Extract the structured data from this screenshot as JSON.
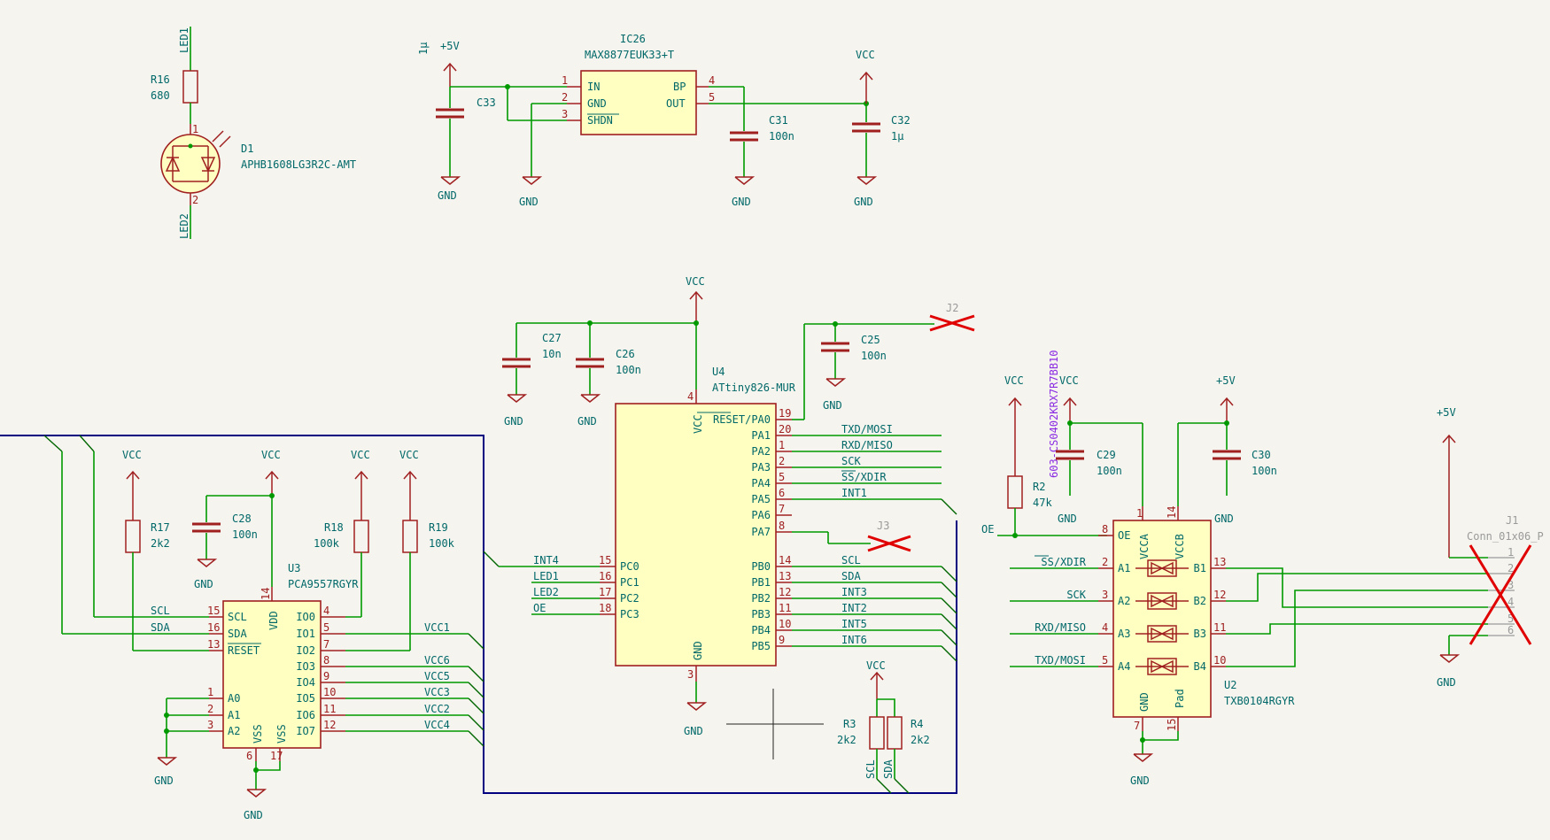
{
  "symbols": {
    "vcc": "VCC",
    "p5v": "+5V",
    "gnd": "GND"
  },
  "led_block": {
    "net_top": "LED1",
    "net_bottom": "LED2",
    "resistor_ref": "R16",
    "resistor_value": "680",
    "led_ref": "D1",
    "led_part": "APHB1608LG3R2C-AMT",
    "pin_a": "1",
    "pin_b": "2"
  },
  "regulator": {
    "ref": "IC26",
    "part": "MAX8877EUK33+T",
    "pins": [
      {
        "num": "1",
        "name": "IN"
      },
      {
        "num": "2",
        "name": "GND"
      },
      {
        "num": "3",
        "name": "SHDN"
      },
      {
        "num": "4",
        "name": "BP"
      },
      {
        "num": "5",
        "name": "OUT"
      }
    ],
    "c33_ref": "C33",
    "c33_value": "1µ",
    "c31_ref": "C31",
    "c31_value": "100n",
    "c32_ref": "C32",
    "c32_value": "1µ"
  },
  "mcu": {
    "ref": "U4",
    "part": "ATtiny826-MUR",
    "vcc_label": "VCC",
    "vcc_pin": "4",
    "gnd_label": "GND",
    "gnd_pin": "3",
    "right_pins": [
      {
        "name": "RESET/PA0",
        "num": "19",
        "net": ""
      },
      {
        "name": "PA1",
        "num": "20",
        "net": "TXD/MOSI"
      },
      {
        "name": "PA2",
        "num": "1",
        "net": "RXD/MISO"
      },
      {
        "name": "PA3",
        "num": "2",
        "net": "SCK"
      },
      {
        "name": "PA4",
        "num": "5",
        "net": "SS/XDIR"
      },
      {
        "name": "PA5",
        "num": "6",
        "net": "INT1"
      },
      {
        "name": "PA6",
        "num": "7",
        "net": ""
      },
      {
        "name": "PA7",
        "num": "8",
        "net": ""
      },
      {
        "name": "PB0",
        "num": "14",
        "net": "SCL"
      },
      {
        "name": "PB1",
        "num": "13",
        "net": "SDA"
      },
      {
        "name": "PB2",
        "num": "12",
        "net": "INT3"
      },
      {
        "name": "PB3",
        "num": "11",
        "net": "INT2"
      },
      {
        "name": "PB4",
        "num": "10",
        "net": "INT5"
      },
      {
        "name": "PB5",
        "num": "9",
        "net": "INT6"
      }
    ],
    "left_pins": [
      {
        "name": "PC0",
        "num": "15",
        "net": "INT4"
      },
      {
        "name": "PC1",
        "num": "16",
        "net": "LED1"
      },
      {
        "name": "PC2",
        "num": "17",
        "net": "LED2"
      },
      {
        "name": "PC3",
        "num": "18",
        "net": "OE"
      }
    ],
    "c27_ref": "C27",
    "c27_value": "10n",
    "c26_ref": "C26",
    "c26_value": "100n",
    "c25_ref": "C25",
    "c25_value": "100n",
    "j2": "J2",
    "j3": "J3"
  },
  "expander": {
    "ref": "U3",
    "part": "PCA9557RGYR",
    "vdd_label": "VDD",
    "vdd_pin": "14",
    "vss_label": "VSS",
    "vss_pin_a": "6",
    "vss_pin_b": "17",
    "left_pins": [
      {
        "name": "SCL",
        "num": "15",
        "net": "SCL"
      },
      {
        "name": "SDA",
        "num": "16",
        "net": "SDA"
      },
      {
        "name": "RESET",
        "num": "13",
        "net": ""
      },
      {
        "name": "A0",
        "num": "1",
        "net": ""
      },
      {
        "name": "A1",
        "num": "2",
        "net": ""
      },
      {
        "name": "A2",
        "num": "3",
        "net": ""
      }
    ],
    "right_pins": [
      {
        "name": "IO0",
        "num": "4",
        "net": ""
      },
      {
        "name": "IO1",
        "num": "5",
        "net": "VCC1"
      },
      {
        "name": "IO2",
        "num": "7",
        "net": ""
      },
      {
        "name": "IO3",
        "num": "8",
        "net": "VCC6"
      },
      {
        "name": "IO4",
        "num": "9",
        "net": "VCC5"
      },
      {
        "name": "IO5",
        "num": "10",
        "net": "VCC3"
      },
      {
        "name": "IO6",
        "num": "11",
        "net": "VCC2"
      },
      {
        "name": "IO7",
        "num": "12",
        "net": "VCC4"
      }
    ],
    "r17_ref": "R17",
    "r17_value": "2k2",
    "c28_ref": "C28",
    "c28_value": "100n",
    "r18_ref": "R18",
    "r18_value": "100k",
    "r19_ref": "R19",
    "r19_value": "100k"
  },
  "i2c_pullups": {
    "r3_ref": "R3",
    "r3_value": "2k2",
    "r4_ref": "R4",
    "r4_value": "2k2",
    "scl_label": "SCL",
    "sda_label": "SDA"
  },
  "translator": {
    "ref": "U2",
    "part": "TXB0104RGYR",
    "oe_label": "OE",
    "oe_pin": "8",
    "vcca_label": "VCCA",
    "vcca_pin": "1",
    "vccb_label": "VCCB",
    "vccb_pin": "14",
    "gnd_label": "GND",
    "gnd_pin": "7",
    "pad_label": "Pad",
    "pad_pin": "15",
    "channels": [
      {
        "a": "A1",
        "a_pin": "2",
        "b": "B1",
        "b_pin": "13",
        "net": "SS/XDIR"
      },
      {
        "a": "A2",
        "a_pin": "3",
        "b": "B2",
        "b_pin": "12",
        "net": "SCK"
      },
      {
        "a": "A3",
        "a_pin": "4",
        "b": "B3",
        "b_pin": "11",
        "net": "RXD/MISO"
      },
      {
        "a": "A4",
        "a_pin": "5",
        "b": "B4",
        "b_pin": "10",
        "net": "TXD/MOSI"
      }
    ],
    "oe_net": "OE",
    "r2_ref": "R2",
    "r2_value": "47k",
    "c29_ref": "C29",
    "c29_value": "100n",
    "c29_note": "603-CS0402KRX7R7BB10",
    "c30_ref": "C30",
    "c30_value": "100n"
  },
  "connector": {
    "ref": "J1",
    "part": "Conn_01x06_P",
    "pins": [
      "1",
      "2",
      "3",
      "4",
      "5",
      "6"
    ]
  }
}
